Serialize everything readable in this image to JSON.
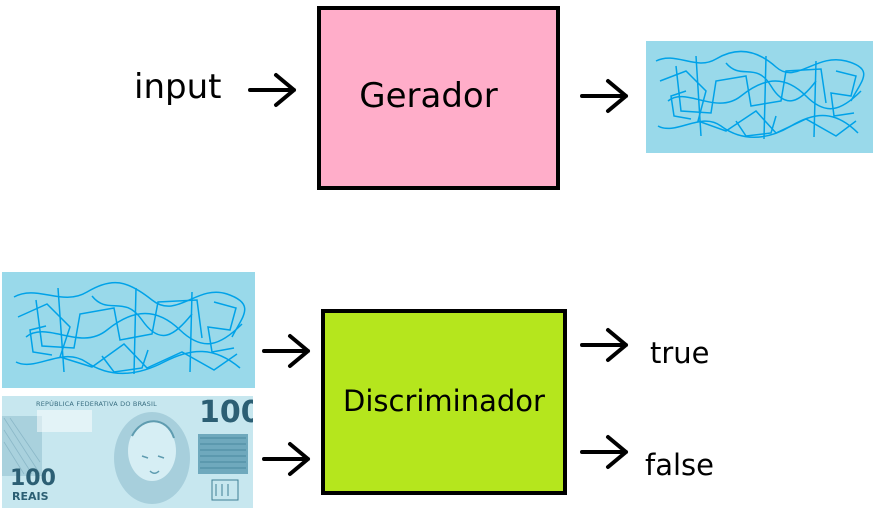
{
  "generator": {
    "input_label": "input",
    "box_label": "Gerador",
    "box_color": "#ffadc9"
  },
  "discriminator": {
    "box_label": "Discriminador",
    "box_color": "#b5e61d",
    "output_true": "true",
    "output_false": "false"
  },
  "colors": {
    "noise_background": "#99d9ea",
    "noise_line": "#00a2e8",
    "banknote_background": "#bfe3ec"
  },
  "banknote": {
    "header": "REPÚBLICA FEDERATIVA DO BRASIL",
    "value_top": "100",
    "value_bottom": "100",
    "currency": "REAIS"
  },
  "icons": [
    "arrow-right-icon"
  ]
}
